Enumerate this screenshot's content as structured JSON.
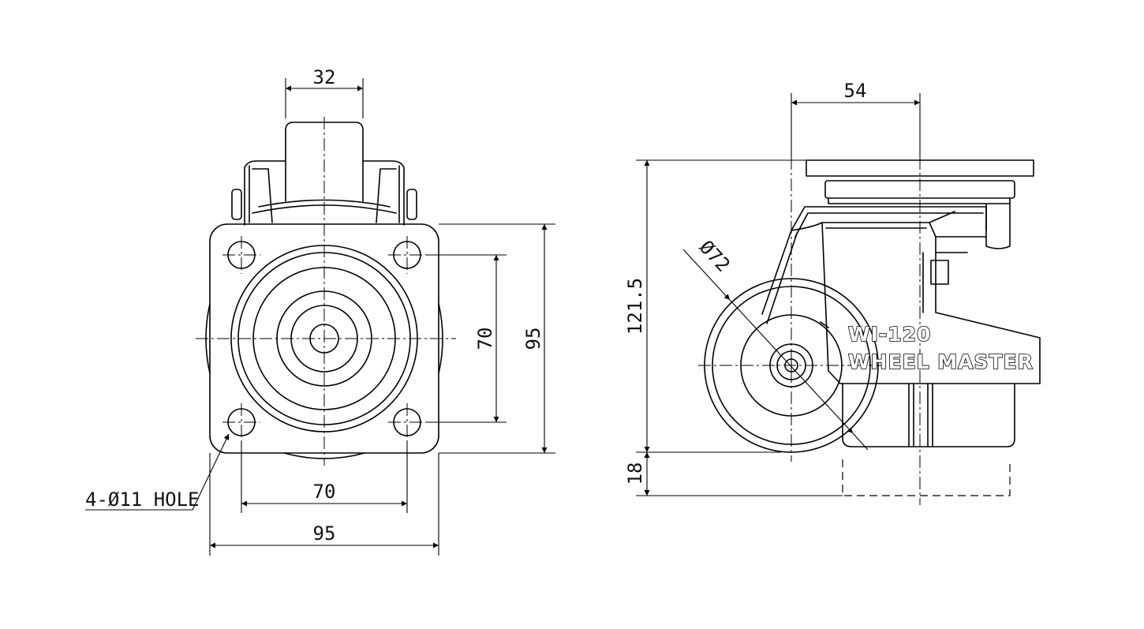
{
  "front_view": {
    "stem_width": "32",
    "bolt_spacing_vertical": "70",
    "plate_height": "95",
    "bolt_spacing_horizontal": "70",
    "plate_width": "95",
    "hole_note": "4-Ø11 HOLE"
  },
  "side_view": {
    "top_plate_offset": "54",
    "total_height": "121.5",
    "wheel_diameter": "Ø72",
    "foot_height": "18",
    "model": "WI-120",
    "brand": "WHEEL MASTER"
  }
}
